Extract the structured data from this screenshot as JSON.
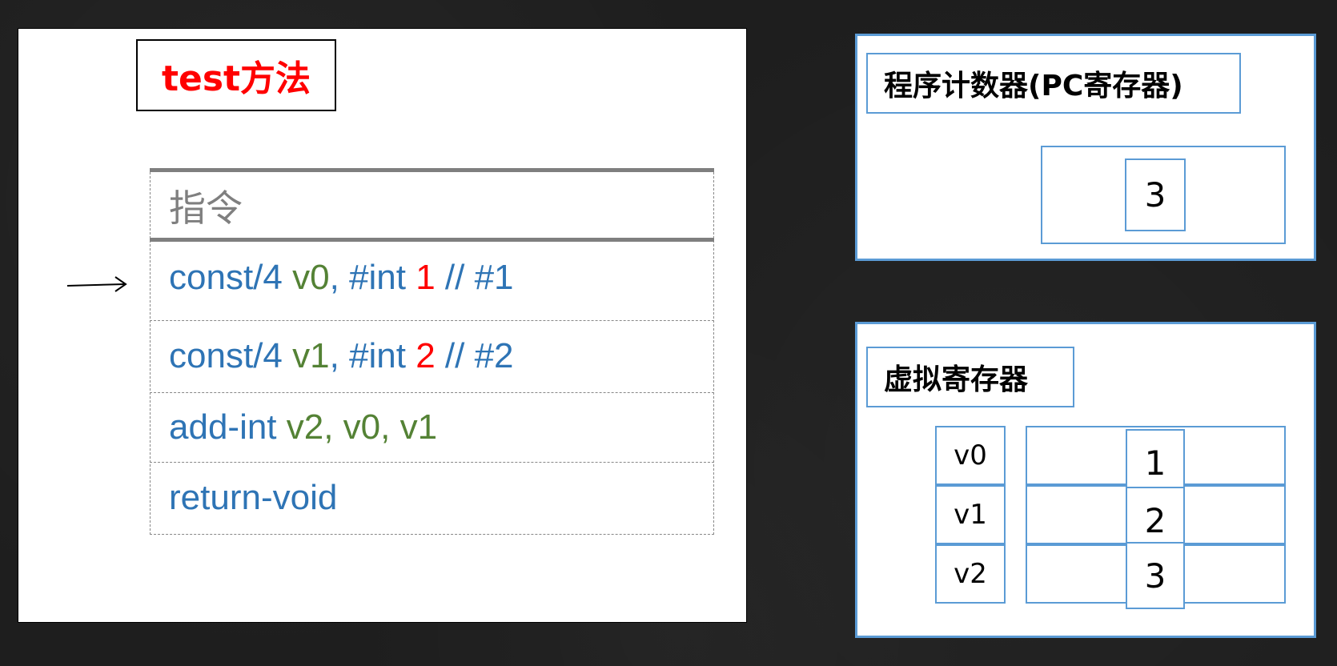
{
  "method": {
    "title": "test方法",
    "table_header": "指令",
    "instructions": [
      {
        "op": "const/4 ",
        "regs": "v0",
        "mid": ", #int ",
        "val": "1",
        "comment": " // #1"
      },
      {
        "op": "const/4 ",
        "regs": "v1",
        "mid": ", #int ",
        "val": "2",
        "comment": " // #2"
      },
      {
        "op": "add-int ",
        "regs": "v2, v0, v1",
        "mid": "",
        "val": "",
        "comment": ""
      },
      {
        "op": "return-void",
        "regs": "",
        "mid": "",
        "val": "",
        "comment": ""
      }
    ],
    "current_instruction_index": 0
  },
  "pc": {
    "title": "程序计数器(PC寄存器)",
    "value": "3"
  },
  "virtual_registers": {
    "title": "虚拟寄存器",
    "registers": [
      {
        "name": "v0",
        "value": "1"
      },
      {
        "name": "v1",
        "value": "2"
      },
      {
        "name": "v2",
        "value": "3"
      }
    ]
  },
  "colors": {
    "opcode": "#2e74b5",
    "register": "#548235",
    "literal": "#ff0000",
    "panel_border": "#5b9bd5",
    "title": "#ff0000"
  },
  "icons": {
    "pointer": "right-arrow-icon"
  }
}
